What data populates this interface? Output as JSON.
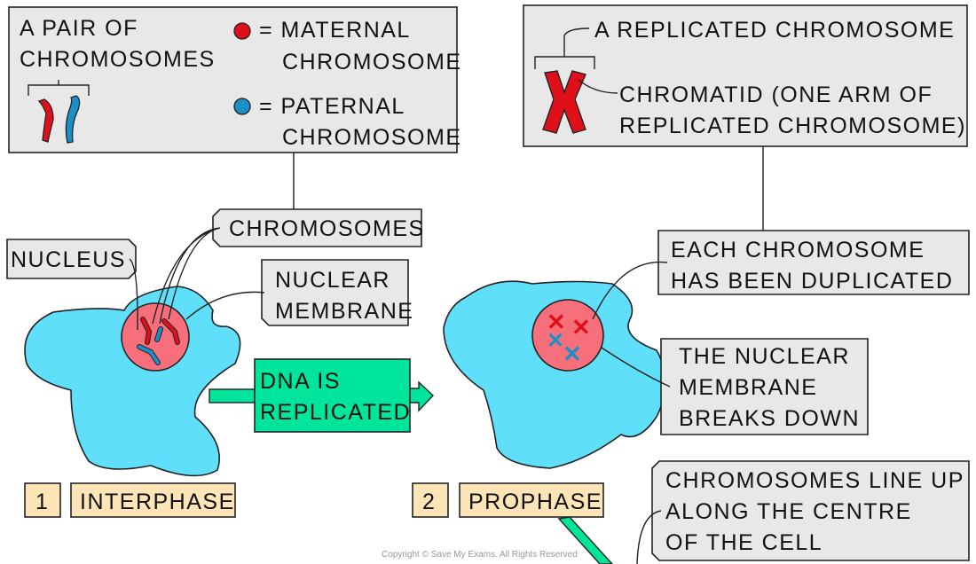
{
  "key_box": {
    "pair_line1": "A PAIR OF",
    "pair_line2": "CHROMOSOMES",
    "maternal_line1": "= MATERNAL",
    "maternal_line2": "CHROMOSOME",
    "paternal_line1": "= PATERNAL",
    "paternal_line2": "CHROMOSOME"
  },
  "replicated_box": {
    "title": "A REPLICATED CHROMOSOME",
    "chromatid_line1": "CHROMATID (ONE ARM OF",
    "chromatid_line2": "REPLICATED CHROMOSOME)"
  },
  "labels": {
    "chromosomes": "CHROMOSOMES",
    "nucleus": "NUCLEUS",
    "nuclear_membrane_line1": "NUCLEAR",
    "nuclear_membrane_line2": "MEMBRANE",
    "duplicated_line1": "EACH CHROMOSOME",
    "duplicated_line2": "HAS BEEN DUPLICATED",
    "breaks_line1": "THE NUCLEAR",
    "breaks_line2": "MEMBRANE",
    "breaks_line3": "BREAKS DOWN",
    "lineup_line1": "CHROMOSOMES LINE UP",
    "lineup_line2": "ALONG THE CENTRE",
    "lineup_line3": "OF THE CELL"
  },
  "arrow": {
    "line1": "DNA IS",
    "line2": "REPLICATED"
  },
  "stages": [
    {
      "number": "1",
      "name": "INTERPHASE"
    },
    {
      "number": "2",
      "name": "PROPHASE"
    }
  ],
  "copyright": "Copyright © Save My Exams. All Rights Reserved",
  "colors": {
    "maternal": "#e0101a",
    "paternal": "#1a8fc8",
    "cell": "#5fdffa",
    "nucleus": "#f76f7a",
    "arrow": "#00e59c",
    "stage_label": "#fde5b8",
    "callout": "#e8e8e8"
  }
}
